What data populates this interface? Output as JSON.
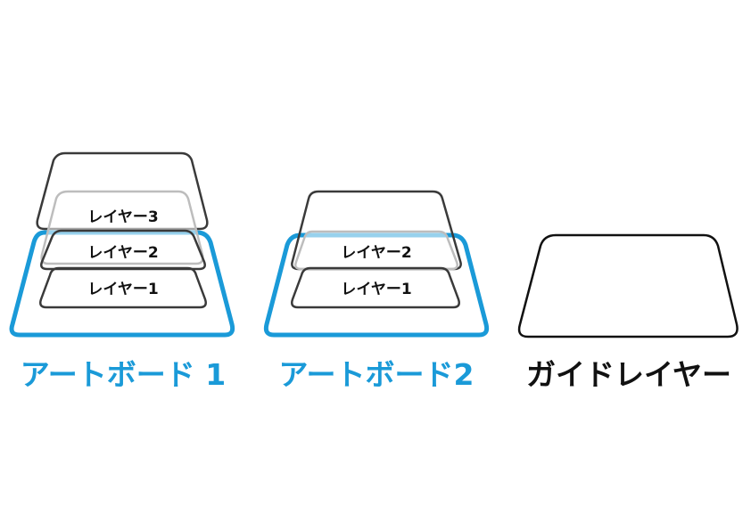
{
  "colors": {
    "accent": "#1a9ad8",
    "stroke": "#3a3a3a",
    "text": "#111111",
    "faded_stroke": "#bdbdbd"
  },
  "groups": [
    {
      "title": "アートボード 1",
      "title_color": "#1a9ad8",
      "layers": [
        "レイヤー3",
        "レイヤー2",
        "レイヤー1"
      ]
    },
    {
      "title": "アートボード2",
      "title_color": "#1a9ad8",
      "layers": [
        "レイヤー2",
        "レイヤー1"
      ]
    },
    {
      "title": "ガイドレイヤー",
      "title_color": "#111111",
      "layers": []
    }
  ]
}
